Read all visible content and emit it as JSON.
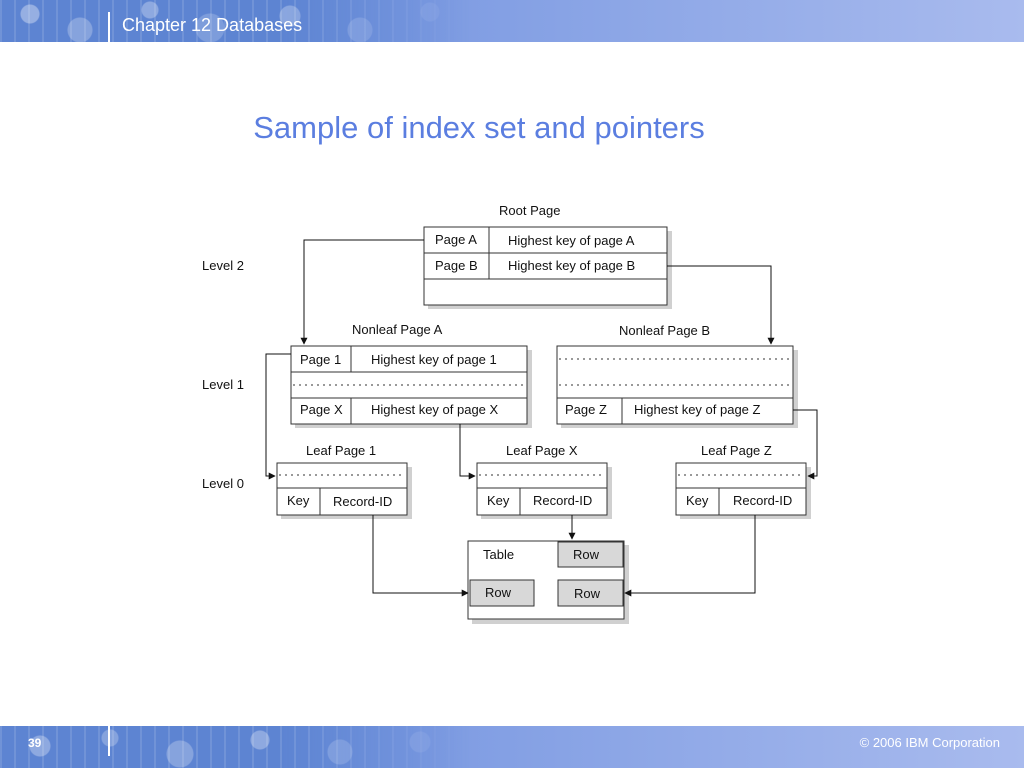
{
  "header": {
    "chapter": "Chapter 12 Databases"
  },
  "title": "Sample of index set and pointers",
  "footer": {
    "page_number": "39",
    "copyright": "© 2006 IBM Corporation"
  },
  "diagram": {
    "levels": {
      "level2": "Level 2",
      "level1": "Level 1",
      "level0": "Level 0"
    },
    "root": {
      "label": "Root Page",
      "row1": {
        "c1": "Page A",
        "c2": "Highest key of page A"
      },
      "row2": {
        "c1": "Page B",
        "c2": "Highest key of page B"
      }
    },
    "nonleaf_a": {
      "label": "Nonleaf Page A",
      "row1": {
        "c1": "Page 1",
        "c2": "Highest key of page 1"
      },
      "row3": {
        "c1": "Page X",
        "c2": "Highest key of page X"
      }
    },
    "nonleaf_b": {
      "label": "Nonleaf Page B",
      "row3": {
        "c1": "Page Z",
        "c2": "Highest key of page Z"
      }
    },
    "leaf1": {
      "label": "Leaf Page 1",
      "c1": "Key",
      "c2": "Record-ID"
    },
    "leafx": {
      "label": "Leaf Page X",
      "c1": "Key",
      "c2": "Record-ID"
    },
    "leafz": {
      "label": "Leaf Page Z",
      "c1": "Key",
      "c2": "Record-ID"
    },
    "table": {
      "label": "Table",
      "row_top": "Row",
      "row_left": "Row",
      "row_right": "Row"
    }
  }
}
